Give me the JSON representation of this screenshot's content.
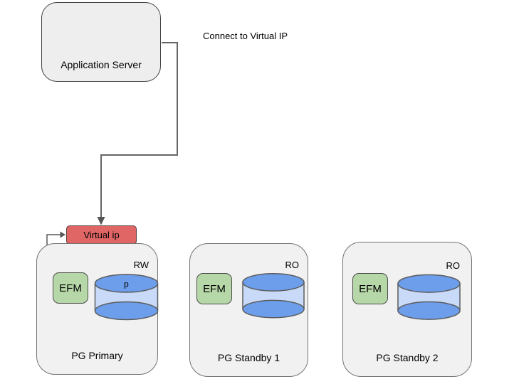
{
  "diagram": {
    "app_server": {
      "label": "Application Server"
    },
    "connection_note": "Connect to Virtual IP",
    "virtual_ip": {
      "label": "Virtual ip"
    },
    "nodes": [
      {
        "name": "PG Primary",
        "access_mode": "RW",
        "agent": "EFM",
        "db_label": "p"
      },
      {
        "name": "PG Standby 1",
        "access_mode": "RO",
        "agent": "EFM",
        "db_label": ""
      },
      {
        "name": "PG Standby 2",
        "access_mode": "RO",
        "agent": "EFM",
        "db_label": ""
      }
    ],
    "colors": {
      "node_fill": "#f1f1f1",
      "node_border": "#737373",
      "app_server_fill": "#eeeeee",
      "virtual_ip_fill": "#e06666",
      "efm_fill": "#b6d7a8",
      "db_ellipse_fill": "#6d9eeb",
      "db_body_fill": "#c9daf8",
      "connector": "#666666",
      "text": "#000000"
    }
  }
}
